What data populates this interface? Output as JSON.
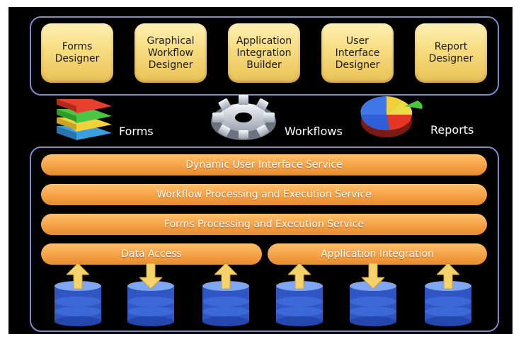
{
  "designers": [
    {
      "label": "Forms\nDesigner"
    },
    {
      "label": "Graphical\nWorkflow\nDesigner"
    },
    {
      "label": "Application\nIntegration\nBuilder"
    },
    {
      "label": "User\nInterface\nDesigner"
    },
    {
      "label": "Report\nDesigner"
    }
  ],
  "artifacts": {
    "forms": "Forms",
    "workflows": "Workflows",
    "reports": "Reports"
  },
  "services": {
    "dynamic_ui": "Dynamic User Interface Service",
    "workflow_processing": "Workflow Processing and Execution Service",
    "forms_processing": "Forms Processing and Execution Service",
    "data_access": "Data Access",
    "application_integration": "Application Integration"
  },
  "databases": [
    {
      "arrow": "up"
    },
    {
      "arrow": "down"
    },
    {
      "arrow": "up"
    },
    {
      "arrow": "up"
    },
    {
      "arrow": "down"
    },
    {
      "arrow": "up"
    }
  ],
  "colors": {
    "background": "#000000",
    "panel_border": "#7e8bd0",
    "designer_box": "#f7dc80",
    "service_bar": "#f7a44a",
    "database": "#3e6bd8",
    "arrow": "#f5d36a"
  }
}
